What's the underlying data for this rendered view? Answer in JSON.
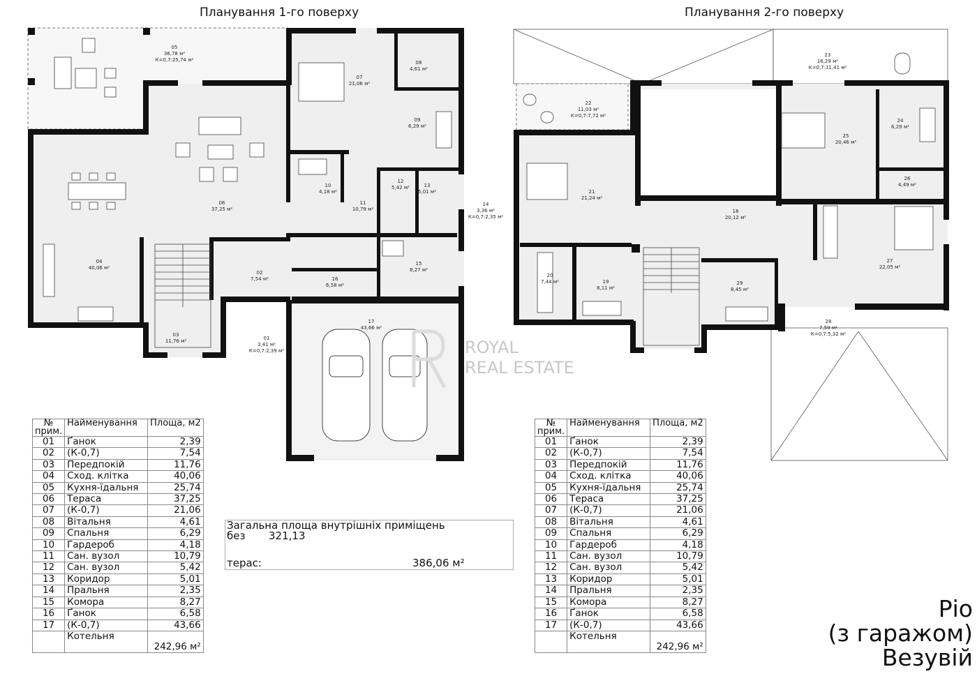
{
  "titles": {
    "floor1": "Планування 1-го поверху",
    "floor2": "Планування 2-го поверху"
  },
  "table": {
    "headers": {
      "num": "№ прим.",
      "name": "Найменування",
      "area": "Площа, м2"
    },
    "rows": [
      {
        "n": "01",
        "name": "Ґанок",
        "area": "2,39"
      },
      {
        "n": "02",
        "name": "(К-0,7)",
        "area": "7,54"
      },
      {
        "n": "03",
        "name": "Передпокій",
        "area": "11,76"
      },
      {
        "n": "04",
        "name": "Сход. клітка",
        "area": "40,06"
      },
      {
        "n": "05",
        "name": "Кухня-їдальня",
        "area": "25,74"
      },
      {
        "n": "06",
        "name": "Тераса",
        "area": "37,25"
      },
      {
        "n": "07",
        "name": "(К-0,7)",
        "area": "21,06"
      },
      {
        "n": "08",
        "name": "Вітальня",
        "area": "4,61"
      },
      {
        "n": "09",
        "name": "Спальня",
        "area": "6,29"
      },
      {
        "n": "10",
        "name": "Гардероб",
        "area": "4,18"
      },
      {
        "n": "11",
        "name": "Сан. вузол",
        "area": "10,79"
      },
      {
        "n": "12",
        "name": "Сан. вузол",
        "area": "5,42"
      },
      {
        "n": "13",
        "name": "Коридор",
        "area": "5,01"
      },
      {
        "n": "14",
        "name": "Пральня",
        "area": "2,35"
      },
      {
        "n": "15",
        "name": "Комора",
        "area": "8,27"
      },
      {
        "n": "16",
        "name": "Ґанок",
        "area": "6,58"
      },
      {
        "n": "17",
        "name": "(К-0,7)",
        "area": "43,66"
      }
    ],
    "last_name": "Котельня",
    "total": "242,96 м²"
  },
  "summary": {
    "line1": "Загальна площа внутрішніх приміщень без",
    "overlap": "321,13",
    "line2": "терас:",
    "value": "386,06 м²"
  },
  "project": {
    "line1": "Ріо",
    "line2": "(з гаражом)",
    "line3": "Везувій"
  },
  "watermark": {
    "line1": "ROYAL",
    "line2": "REAL ESTATE"
  },
  "rooms_floor1": [
    {
      "num": "05",
      "area": "36,78 м²",
      "k": "К=0,7:25,74 м²"
    },
    {
      "num": "07",
      "area": "21,06 м²"
    },
    {
      "num": "08",
      "area": "4,61 м²"
    },
    {
      "num": "09",
      "area": "6,29 м²"
    },
    {
      "num": "06",
      "area": "37,25 м²"
    },
    {
      "num": "10",
      "area": "4,18 м²"
    },
    {
      "num": "11",
      "area": "10,79 м²"
    },
    {
      "num": "12",
      "area": "5,42 м²"
    },
    {
      "num": "13",
      "area": "5,01 м²"
    },
    {
      "num": "14",
      "area": "3,36 м²",
      "k": "К=0,7:2,35 м²"
    },
    {
      "num": "04",
      "area": "40,06 м²"
    },
    {
      "num": "02",
      "area": "7,54 м²"
    },
    {
      "num": "16",
      "area": "6,58 м²"
    },
    {
      "num": "15",
      "area": "8,27 м²"
    },
    {
      "num": "03",
      "area": "11,76 м²"
    },
    {
      "num": "01",
      "area": "3,41 м²",
      "k": "К=0,7:2,39 м²"
    },
    {
      "num": "17",
      "area": "43,66 м²"
    }
  ],
  "rooms_floor2": [
    {
      "num": "23",
      "area": "16,29 м²",
      "k": "К=0,7:11,41 м²"
    },
    {
      "num": "22",
      "area": "11,03 м²",
      "k": "К=0,7:7,72 м²"
    },
    {
      "num": "24",
      "area": "6,29 м²"
    },
    {
      "num": "25",
      "area": "20,46 м²"
    },
    {
      "num": "21",
      "area": "21,24 м²"
    },
    {
      "num": "26",
      "area": "4,49 м²"
    },
    {
      "num": "18",
      "area": "20,12 м²"
    },
    {
      "num": "27",
      "area": "22,05 м²"
    },
    {
      "num": "20",
      "area": "7,44 м²"
    },
    {
      "num": "19",
      "area": "8,11 м²"
    },
    {
      "num": "29",
      "area": "8,45 м²"
    },
    {
      "num": "28",
      "area": "7,59 м²",
      "k": "К=0,7:5,32 м²"
    }
  ],
  "colors": {
    "wall": "#111111",
    "line": "#444444",
    "floor": "#f2f2f2",
    "terrace": "#f7f7f7"
  }
}
